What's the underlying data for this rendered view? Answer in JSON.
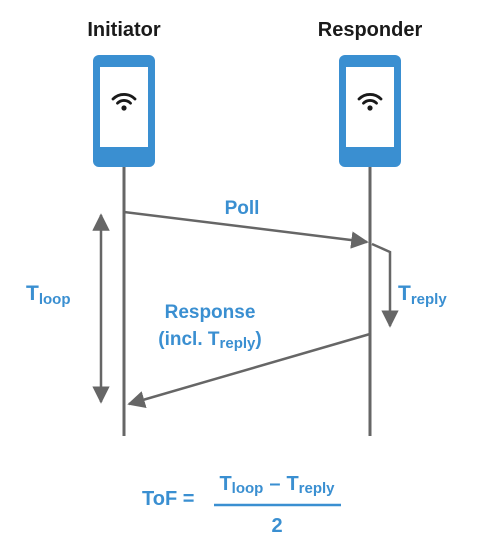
{
  "devices": {
    "initiator": {
      "label": "Initiator",
      "icon": "wifi-icon"
    },
    "responder": {
      "label": "Responder",
      "icon": "wifi-icon"
    }
  },
  "messages": {
    "poll": "Poll",
    "response_line1": "Response",
    "response_line2_prefix": "(incl. T",
    "response_line2_sub": "reply",
    "response_line2_suffix": ")"
  },
  "timings": {
    "t_loop": {
      "base": "T",
      "sub": "loop"
    },
    "t_reply": {
      "base": "T",
      "sub": "reply"
    }
  },
  "formula": {
    "lhs": "ToF =",
    "num_t1_base": "T",
    "num_t1_sub": "loop",
    "num_op": "–",
    "num_t2_base": "T",
    "num_t2_sub": "reply",
    "denominator": "2"
  },
  "colors": {
    "device_blue": "#3a8fd1",
    "text_blue": "#3a8fd1",
    "line_gray": "#666666",
    "label_dark": "#1a1a1a"
  }
}
